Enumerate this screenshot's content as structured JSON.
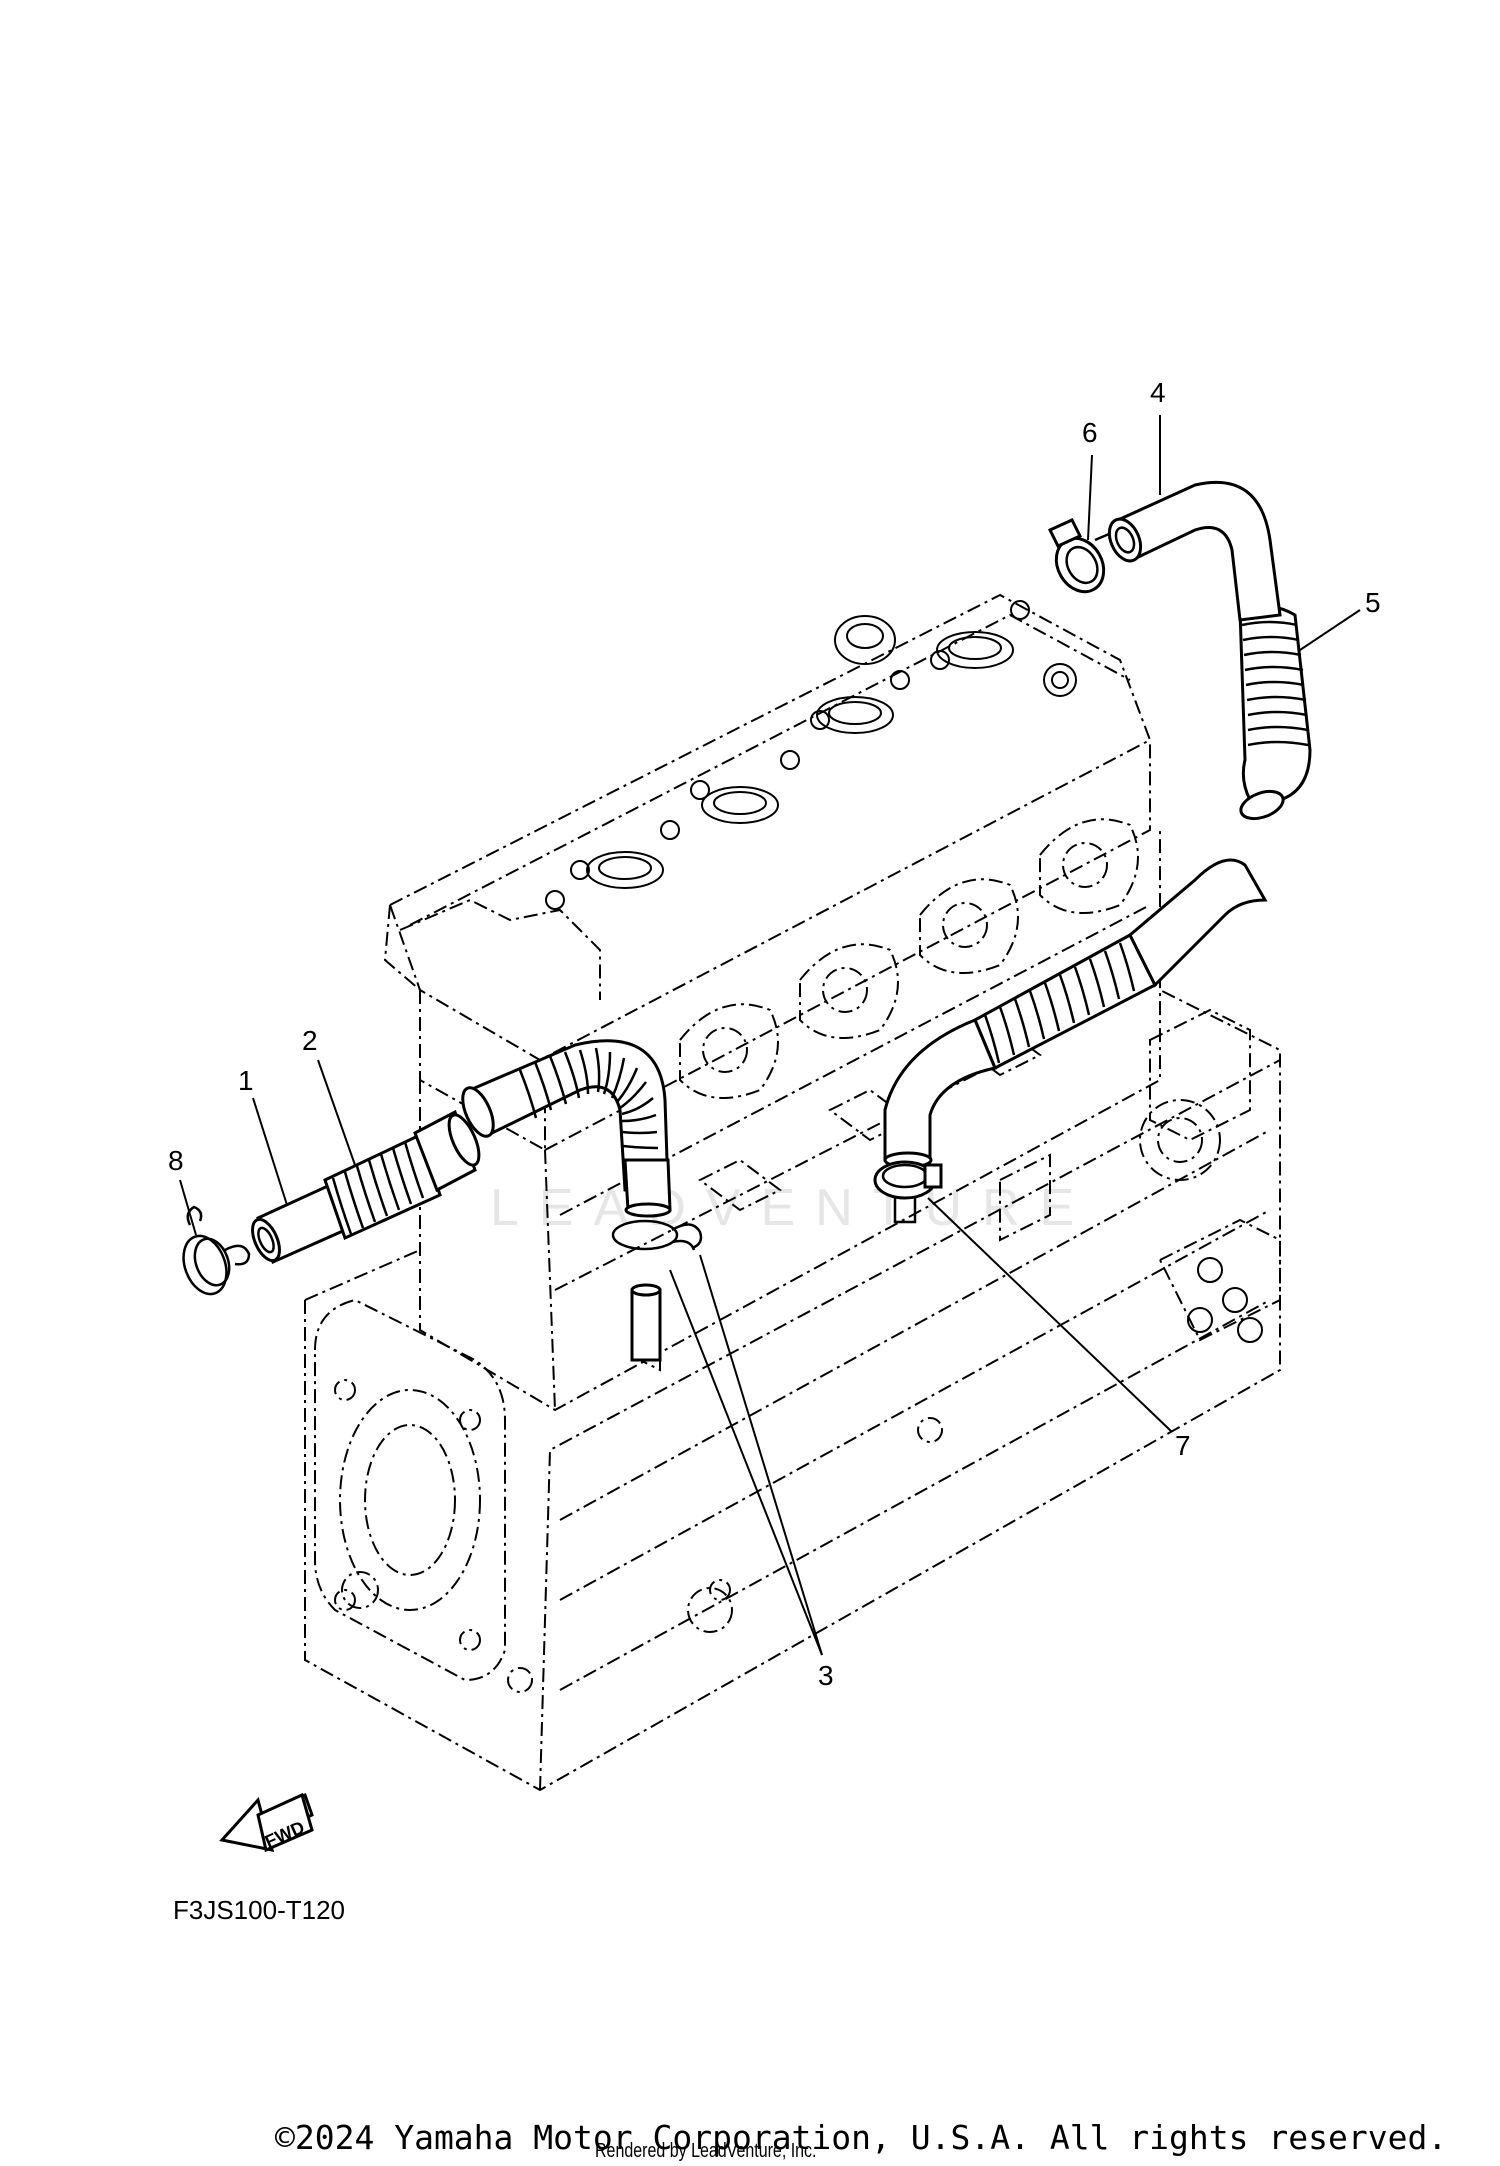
{
  "diagram": {
    "callouts": [
      "1",
      "2",
      "3",
      "4",
      "5",
      "6",
      "7",
      "8"
    ],
    "fwd_label": "FWD",
    "watermark": "LEADVENTURE",
    "diagram_code": "F3JS100-T120"
  },
  "footer": {
    "copyright": "©2024 Yamaha Motor Corporation, U.S.A. All rights reserved.",
    "rendered_by": "Rendered by LeadVenture, Inc."
  }
}
